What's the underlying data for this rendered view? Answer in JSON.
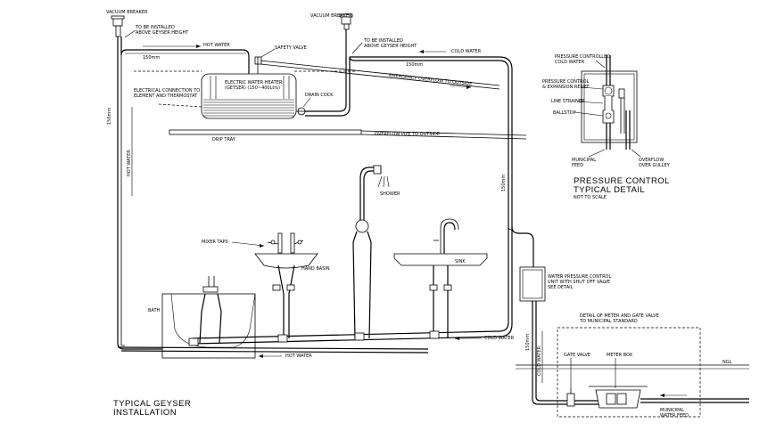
{
  "labels": {
    "vacuum_breaker_left": "VACUUM BREAKER",
    "vacuum_breaker_right": "VACUUM BREAKER",
    "install_above_left": "TO BE INSTALLED ABOVE GEYSER HEIGHT",
    "install_above_right": "TO BE INSTALLED ABOVE GEYSER HEIGHT",
    "hot_water_top": "HOT WATER",
    "safety_valve": "SAFETY VALVE",
    "cold_water_top": "COLD WATER",
    "dim_150_left": "150mm",
    "dim_150_right": "150mm",
    "heater": "ELECTRIC WATER HEATER (GEYSER) (150~400Ltrs)",
    "electrical_connection": "ELECTRICAL CONNECTION TO ELEMENT AND THERMOSTAT",
    "drain_cock": "DRAIN COCK",
    "emergency_overflow": "EMERGENCY OVERFLOW TO OUTSIDE",
    "overflow_pipe": "OVERFLOW PIPE TO OUTSIDE",
    "drip_tray": "DRIP TRAY",
    "hot_water_vertical": "HOT WATER",
    "dim_vertical_left": "150mm",
    "dim_vertical_right": "150mm",
    "shower": "SHOWER",
    "mixer_taps": "MIXER TAPS",
    "hand_basin": "HAND BASIN",
    "sink": "SINK",
    "bath": "BATH",
    "cold_water_bottom": "COLD WATER",
    "hot_water_bottom": "HOT WATER",
    "water_pressure_control": "WATER PRESSURE CONTROL UNIT WITH SHUT OFF VALVE SEE DETAIL",
    "cold_water_vertical": "COLD WATER",
    "dim_vertical_meter": "150mm",
    "meter_detail": "DETAIL OF METER AND GATE VALVE TO MUNICIPAL STANDARD",
    "gate_valve": "GATE VALVE",
    "meter_box": "METER BOX",
    "ngl": "NGL",
    "municipal_water_feed": "MUNICIPAL WATER FEED",
    "pc_cold_water": "PRESSURE CONTROLLED COLD WATER",
    "pc_expansion": "PRESSURE CONTROL & EXPANSION RELIEF",
    "line_strainer": "LINE STRAINER",
    "ballstop": "BALLSTOP",
    "municipal_feed": "MUNICIPAL FEED",
    "overflow_over_gulley": "OVERFLOW OVER GULLEY",
    "pc_title_line1": "PRESSURE CONTROL",
    "pc_title_line2": "TYPICAL DETAIL",
    "not_to_scale": "NOT TO SCALE",
    "main_title_line1": "TYPICAL GEYSER",
    "main_title_line2": "INSTALLATION"
  }
}
